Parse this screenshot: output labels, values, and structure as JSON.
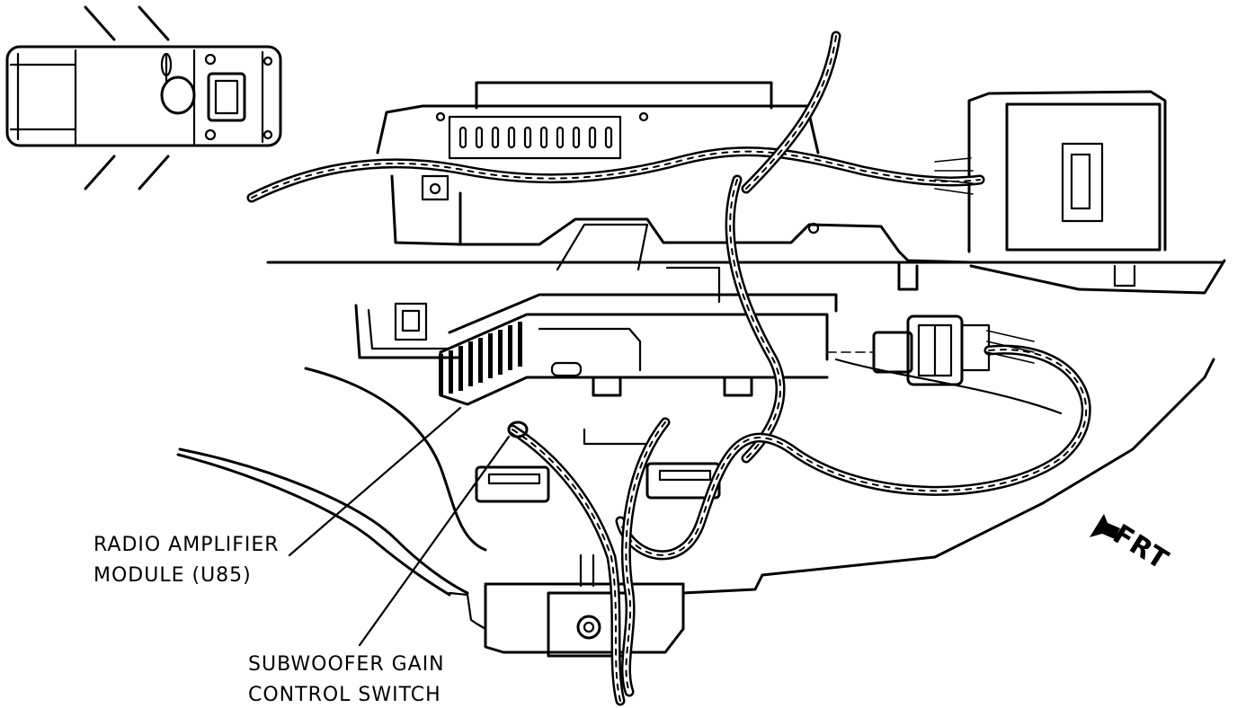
{
  "labels": {
    "radio_amplifier_line1": "RADIO AMPLIFIER",
    "radio_amplifier_line2": "MODULE (U85)",
    "subwoofer_line1": "SUBWOOFER GAIN",
    "subwoofer_line2": "CONTROL SWITCH",
    "front_direction": "FRT"
  }
}
